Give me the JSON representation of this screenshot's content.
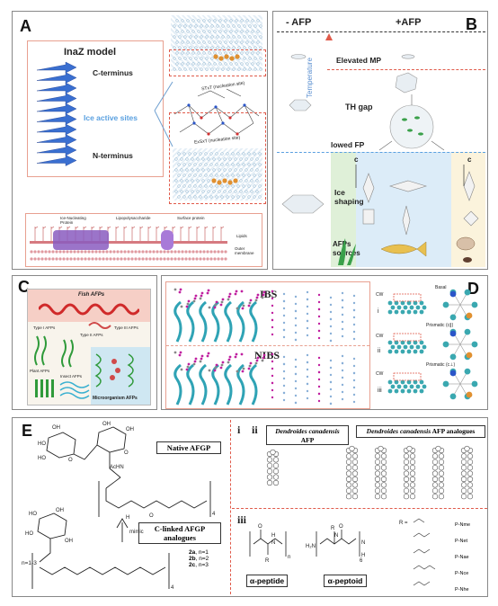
{
  "panelA": {
    "letter": "A",
    "model_title": "InaZ model",
    "c_terminus": "C-terminus",
    "ice_sites": "Ice active sites",
    "n_terminus": "N-terminus",
    "stxt": "STxT (nucleation site)",
    "exsxt": "ExSxT (nucleation site)",
    "membrane": {
      "ice_nucleating": "Ice-Nucleating Protein",
      "lps": "Lipopolysaccharide",
      "surface": "Surface protein",
      "lipids": "Lipids",
      "outer": "Outer membrane"
    }
  },
  "panelB": {
    "letter": "B",
    "minus_afp": "- AFP",
    "plus_afp": "+AFP",
    "elevated": "Elevated MP",
    "th_gap": "TH gap",
    "temperature": "Temperature",
    "lowed": "lowed FP",
    "ice_shaping": "Ice shaping",
    "c1": "c",
    "c2": "c",
    "sources": "AFPs sources"
  },
  "panelC": {
    "letter": "C",
    "fish": "Fish AFPs",
    "type1": "Type I AFPs",
    "type2": "Type II AFPs",
    "type3": "Type III AFPs",
    "plant": "Plant AFPs",
    "insect": "Insect AFPs",
    "micro": "Microorganism AFPs"
  },
  "panelD": {
    "letter": "D",
    "ibs": "IBS",
    "nibs": "NIBS",
    "basal": "Basal",
    "prism1": "Prismatic (c∥)",
    "prism2": "Prismatic (c⊥)",
    "cw": "CW",
    "rows": [
      "i",
      "ii",
      "iii"
    ]
  },
  "panelE": {
    "letter": "E",
    "native": "Native AFGP",
    "clinked": "C-linked AFGP analogues",
    "mimic": "mimic",
    "n_range": "n=1-3",
    "compounds": [
      {
        "id": "2a",
        "n": ", n=1"
      },
      {
        "id": "2b",
        "n": ", n=2"
      },
      {
        "id": "2c",
        "n": ", n=3"
      }
    ],
    "sub4a": "4",
    "sub4b": "4",
    "ach": "AcHN"
  },
  "panelI": {
    "label": "i",
    "ii": "ii",
    "dendro1_species": "Dendroides canadensis",
    "dendro1_suffix": "AFP",
    "dendro2_species": "Dendroides canadensis",
    "dendro2_suffix": "AFP analogues"
  },
  "panelIII": {
    "label": "iii",
    "alpha_peptide": "α-peptide",
    "alpha_peptoid": "α-peptoid",
    "r_eq": "R =",
    "substituents": [
      "P-Nme",
      "P-Net",
      "P-Nae",
      "P-Nce",
      "P-Nhe"
    ]
  },
  "colors": {
    "red_dash": "#e05a4a",
    "blue_helix": "#3a6fd0",
    "teal": "#2fa3b5",
    "green": "#3aa04a"
  }
}
